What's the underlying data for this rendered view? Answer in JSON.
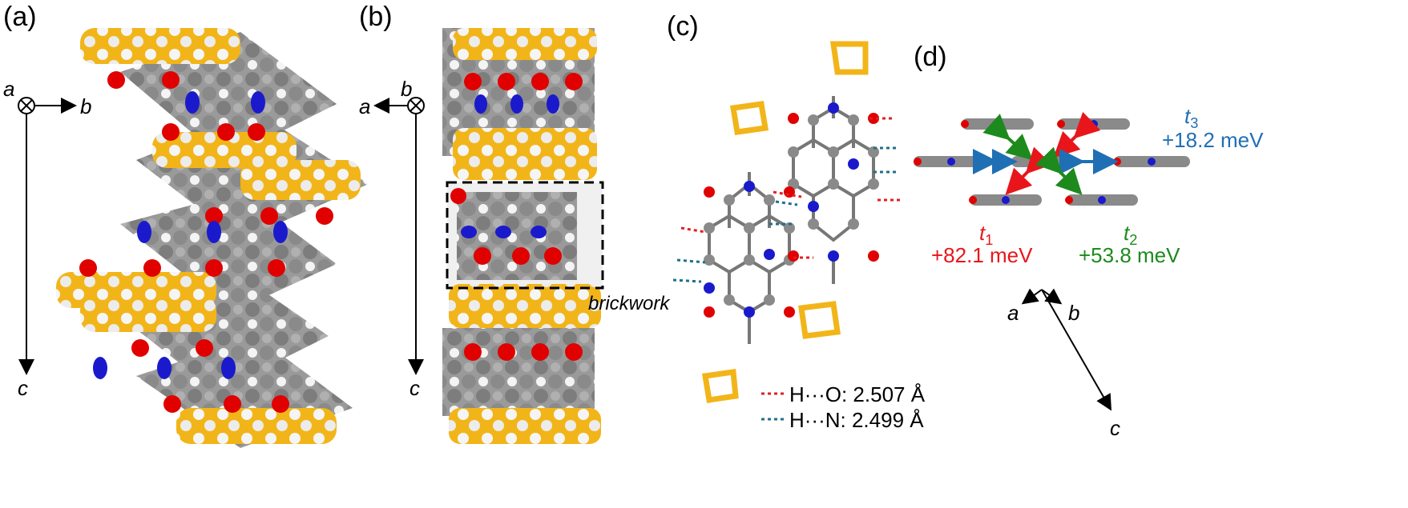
{
  "panels": {
    "a": {
      "label": "(a)",
      "axes": {
        "into": "a",
        "right": "b",
        "down": "c"
      }
    },
    "b": {
      "label": "(b)",
      "axes": {
        "into": "b",
        "left": "a",
        "down": "c"
      },
      "box_label": "brickwork"
    },
    "c": {
      "label": "(c)",
      "legend": [
        {
          "text": "H···O: 2.507 Å",
          "color": "#e02020"
        },
        {
          "text": "H···N: 2.499 Å",
          "color": "#1f6f8b"
        }
      ]
    },
    "d": {
      "label": "(d)",
      "couplings": {
        "t1": {
          "sym": "t",
          "sub": "1",
          "value": "+82.1 meV",
          "color": "#e8161b"
        },
        "t2": {
          "sym": "t",
          "sub": "2",
          "value": "+53.8 meV",
          "color": "#1d8a1d"
        },
        "t3": {
          "sym": "t",
          "sub": "3",
          "value": "+18.2 meV",
          "color": "#1f6fb4"
        }
      },
      "axes": {
        "a": "a",
        "b": "b",
        "c": "c"
      }
    }
  },
  "colors": {
    "carbon": "#8a8a8a",
    "oxygen": "#e00000",
    "nitrogen": "#1a1acc",
    "hydrogen": "#f0f0f0",
    "alkyl": "#f2b519"
  }
}
